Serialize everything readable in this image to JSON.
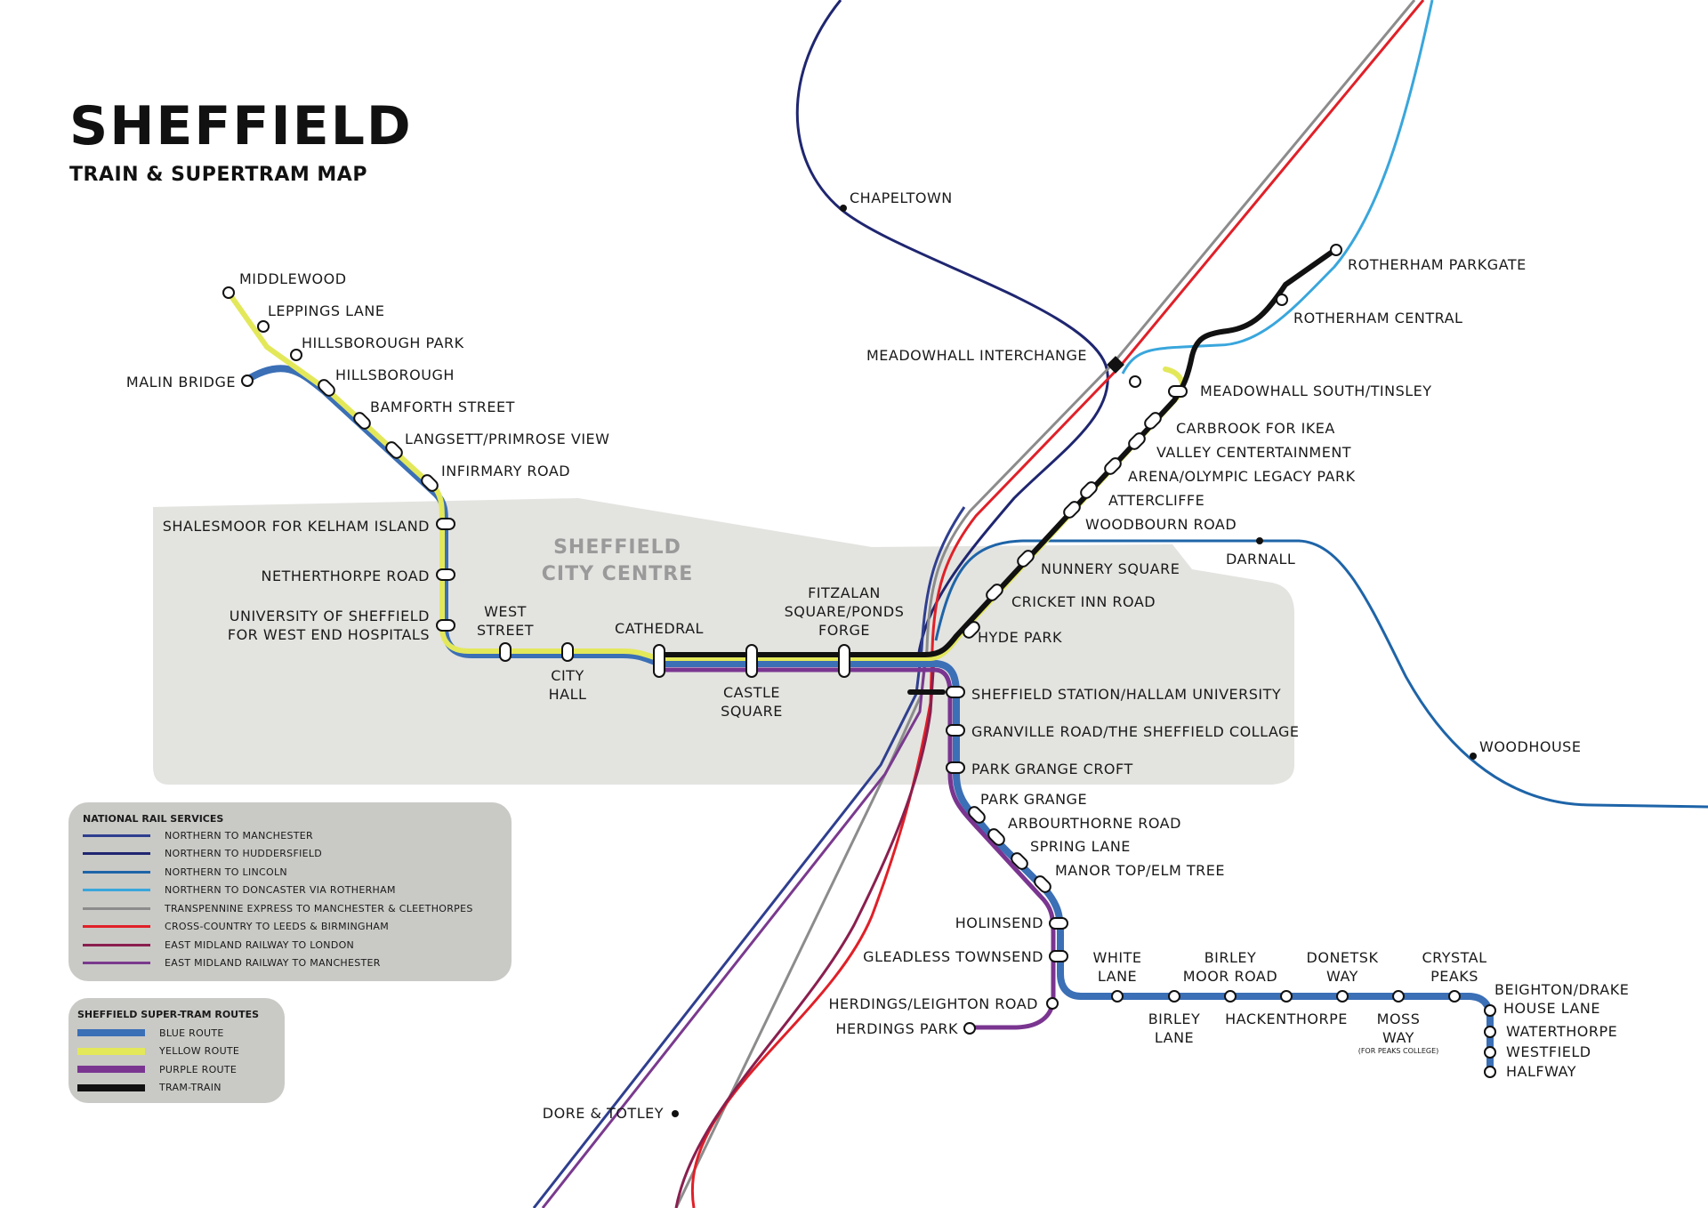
{
  "title": "SHEFFIELD",
  "subtitle": "TRAIN & SUPERTRAM MAP",
  "city_centre_label": [
    "SHEFFIELD",
    "CITY CENTRE"
  ],
  "colors": {
    "northern_manchester": "#2f3f8f",
    "northern_huddersfield": "#1f2670",
    "northern_lincoln": "#1e64a8",
    "northern_doncaster": "#39a6dc",
    "transpennine": "#8c8c8c",
    "cross_country": "#e02028",
    "emr_london": "#8a1f4e",
    "emr_manchester": "#7a3a8e",
    "tram_blue": "#3b6fb6",
    "tram_yellow": "#e3e85a",
    "tram_purple": "#7a3590",
    "tram_train": "#111111",
    "city_centre": "#e3e3e0",
    "legend_bg": "#c9c9c6"
  },
  "legend_rail": {
    "heading": "NATIONAL RAIL SERVICES",
    "items": [
      {
        "label": "NORTHERN TO MANCHESTER",
        "color": "#2f3f8f"
      },
      {
        "label": "NORTHERN TO HUDDERSFIELD",
        "color": "#1f2670"
      },
      {
        "label": "NORTHERN TO LINCOLN",
        "color": "#1e64a8"
      },
      {
        "label": "NORTHERN TO DONCASTER VIA ROTHERHAM",
        "color": "#39a6dc"
      },
      {
        "label": "TRANSPENNINE EXPRESS TO MANCHESTER & CLEETHORPES",
        "color": "#8c8c8c"
      },
      {
        "label": "CROSS-COUNTRY TO LEEDS & BIRMINGHAM",
        "color": "#e02028"
      },
      {
        "label": "EAST MIDLAND RAILWAY TO LONDON",
        "color": "#8a1f4e"
      },
      {
        "label": "EAST MIDLAND RAILWAY TO MANCHESTER",
        "color": "#7a3a8e"
      }
    ]
  },
  "legend_tram": {
    "heading": "SHEFFIELD SUPER-TRAM ROUTES",
    "items": [
      {
        "label": "BLUE ROUTE",
        "color": "#3b6fb6"
      },
      {
        "label": "YELLOW ROUTE",
        "color": "#e3e85a"
      },
      {
        "label": "PURPLE ROUTE",
        "color": "#7a3590"
      },
      {
        "label": "TRAM-TRAIN",
        "color": "#111111"
      }
    ]
  },
  "stations": {
    "middlewood": "MIDDLEWOOD",
    "leppings_lane": "LEPPINGS LANE",
    "hillsborough_park": "HILLSBOROUGH PARK",
    "malin_bridge": "MALIN BRIDGE",
    "hillsborough": "HILLSBOROUGH",
    "bamforth_street": "BAMFORTH STREET",
    "langsett": "LANGSETT/PRIMROSE VIEW",
    "infirmary_road": "INFIRMARY ROAD",
    "shalesmoor": "SHALESMOOR FOR KELHAM ISLAND",
    "netherthorpe": "NETHERTHORPE ROAD",
    "university": [
      "UNIVERSITY OF SHEFFIELD",
      "FOR WEST END HOSPITALS"
    ],
    "west_street": [
      "WEST",
      "STREET"
    ],
    "city_hall": [
      "CITY",
      "HALL"
    ],
    "cathedral": "CATHEDRAL",
    "castle_square": [
      "CASTLE",
      "SQUARE"
    ],
    "fitzalan": [
      "FITZALAN",
      "SQUARE/PONDS",
      "FORGE"
    ],
    "chapeltown": "CHAPELTOWN",
    "rotherham_parkgate": "ROTHERHAM PARKGATE",
    "rotherham_central": "ROTHERHAM CENTRAL",
    "meadowhall_interchange": "MEADOWHALL INTERCHANGE",
    "meadowhall_south": "MEADOWHALL SOUTH/TINSLEY",
    "carbrook": "CARBROOK FOR IKEA",
    "valley_centertainment": "VALLEY CENTERTAINMENT",
    "arena": "ARENA/OLYMPIC LEGACY PARK",
    "attercliffe": "ATTERCLIFFE",
    "woodbourn_road": "WOODBOURN ROAD",
    "darnall": "DARNALL",
    "nunnery_square": "NUNNERY SQUARE",
    "cricket_inn_road": "CRICKET INN ROAD",
    "hyde_park": "HYDE PARK",
    "sheffield_station": "SHEFFIELD STATION/HALLAM UNIVERSITY",
    "granville_road": "GRANVILLE ROAD/THE SHEFFIELD COLLAGE",
    "park_grange_croft": "PARK GRANGE CROFT",
    "woodhouse": "WOODHOUSE",
    "park_grange": "PARK GRANGE",
    "arbourthorne_road": "ARBOURTHORNE ROAD",
    "spring_lane": "SPRING LANE",
    "manor_top": "MANOR TOP/ELM TREE",
    "holinsend": "HOLINSEND",
    "gleadless_townsend": "GLEADLESS TOWNSEND",
    "herdings_leighton": "HERDINGS/LEIGHTON ROAD",
    "herdings_park": "HERDINGS PARK",
    "white_lane": [
      "WHITE",
      "LANE"
    ],
    "birley_lane": [
      "BIRLEY",
      "LANE"
    ],
    "birley_moor": [
      "BIRLEY",
      "MOOR ROAD"
    ],
    "hackenthorpe": "HACKENTHORPE",
    "donetsk_way": [
      "DONETSK",
      "WAY"
    ],
    "moss_way": [
      "MOSS",
      "WAY"
    ],
    "moss_way_note": "(FOR PEAKS COLLEGE)",
    "crystal_peaks": [
      "CRYSTAL",
      "PEAKS"
    ],
    "beighton": [
      "BEIGHTON/DRAKE",
      "HOUSE LANE"
    ],
    "waterthorpe": "WATERTHORPE",
    "westfield": "WESTFIELD",
    "halfway": "HALFWAY",
    "dore_totley": "DORE & TOTLEY"
  }
}
